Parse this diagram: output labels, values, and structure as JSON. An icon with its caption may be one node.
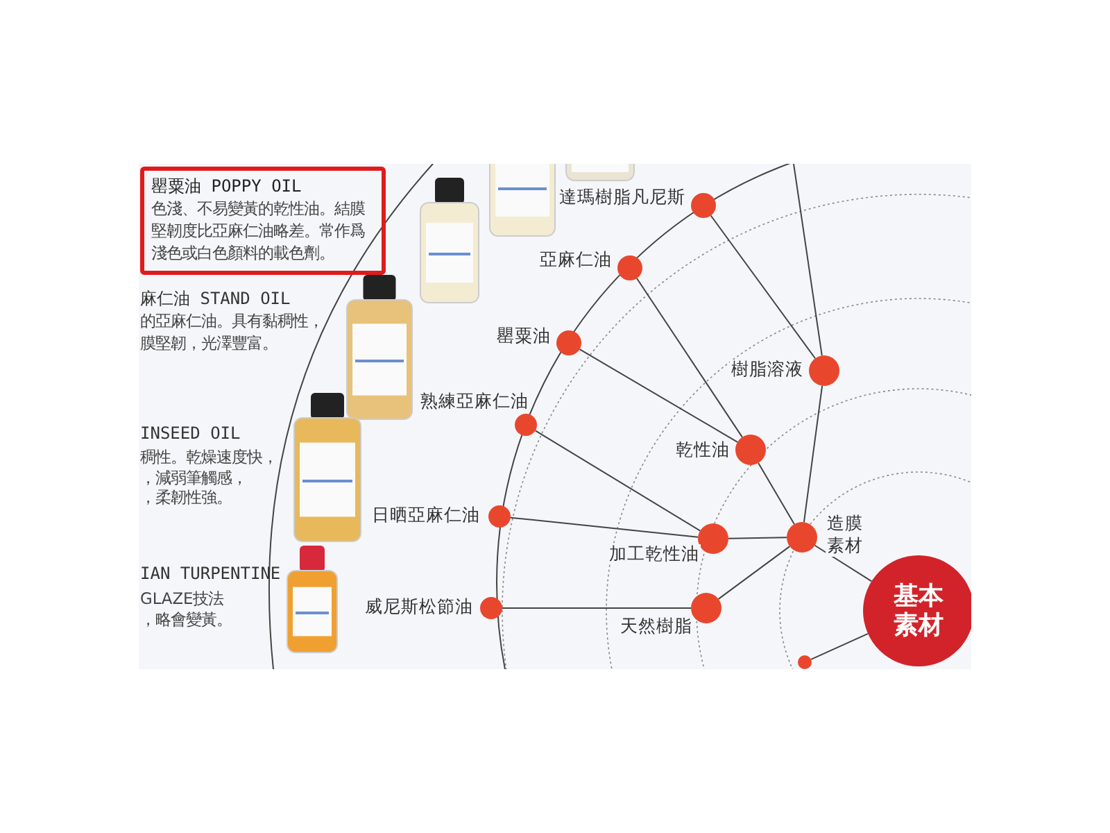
{
  "diagram": {
    "nodes": [
      {
        "text": [
          "罌粟油 POPPY OIL",
          "色淺、不易變黃的乾性油。結膜堅韌度比亞麻仁油略差。常作爲淺色或白色顏料的載色劑。"
        ]
      },
      {
        "text": [],
        "shape": "circle",
        "beside": [
          "達瑪樹脂凡尼斯"
        ]
      },
      {
        "text": [],
        "shape": "circle",
        "beside": [
          "亞麻仁油"
        ]
      },
      {
        "text": [],
        "shape": "circle",
        "beside": [
          "罌粟油"
        ]
      },
      {
        "text": [],
        "shape": "circle",
        "beside": [
          "熟練亞麻仁油"
        ]
      },
      {
        "text": [],
        "shape": "circle",
        "beside": [
          "日晒亞麻仁油"
        ]
      },
      {
        "text": [],
        "shape": "circle",
        "beside": [
          "威尼斯松節油"
        ]
      },
      {
        "text": [],
        "shape": "circle",
        "beside": [
          "樹脂溶液"
        ]
      },
      {
        "text": [],
        "shape": "circle",
        "beside": [
          "乾性油"
        ]
      },
      {
        "text": [],
        "shape": "circle",
        "beside": [
          "造膜素材"
        ]
      },
      {
        "text": [],
        "shape": "circle",
        "beside": [
          "加工乾性油"
        ]
      },
      {
        "text": [],
        "shape": "circle",
        "beside": [
          "天然樹脂"
        ]
      },
      {
        "text": [
          "基本素材"
        ]
      },
      {
        "text": [],
        "shape": "circle"
      }
    ],
    "edges": [
      {
        "from": null,
        "to": 7,
        "arrow": "none"
      },
      {
        "from": 1,
        "to": 7,
        "arrow": "none"
      },
      {
        "from": 2,
        "to": 8,
        "arrow": "none"
      },
      {
        "from": 3,
        "to": 8,
        "arrow": "none"
      },
      {
        "from": 4,
        "to": 10,
        "arrow": "none"
      },
      {
        "from": 5,
        "to": 10,
        "arrow": "none"
      },
      {
        "from": 6,
        "to": 11,
        "arrow": "none"
      },
      {
        "from": 8,
        "to": 9,
        "arrow": "none"
      },
      {
        "from": 7,
        "to": 9,
        "arrow": "none"
      },
      {
        "from": 10,
        "to": 9,
        "arrow": "none"
      },
      {
        "from": 11,
        "to": 9,
        "arrow": "none"
      },
      {
        "from": 9,
        "to": 12,
        "arrow": "none"
      },
      {
        "from": 12,
        "to": 13,
        "arrow": "none"
      }
    ],
    "labels": [
      "麻仁油 STAND OIL",
      "的亞麻仁油。具有黏稠性，",
      "膜堅韌，光澤豐富。",
      "INSEED OIL",
      "稠性。乾燥速度快，",
      "，減弱筆觸感，",
      "，柔韌性強。",
      "IAN TURPENTINE",
      "GLAZE技法",
      "，略會變黃。"
    ]
  }
}
